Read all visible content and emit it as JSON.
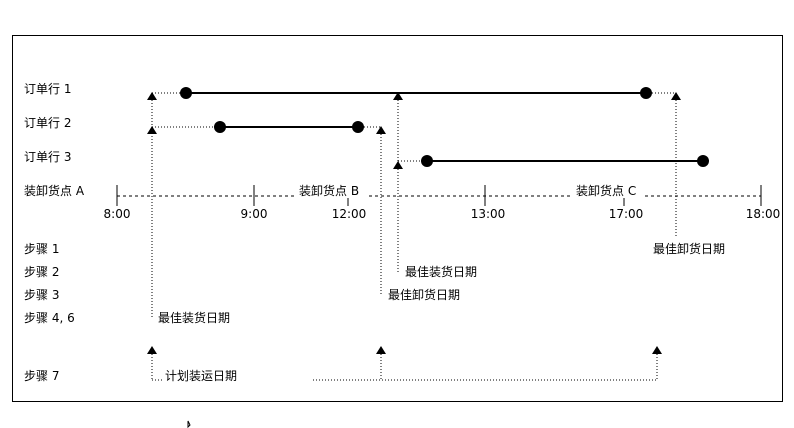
{
  "rows": {
    "line1": "订单行 1",
    "line2": "订单行 2",
    "line3": "订单行 3",
    "ship_point": "装卸货点 A"
  },
  "steps": {
    "s1": "步骤 1",
    "s2": "步骤 2",
    "s3": "步骤 3",
    "s46": "步骤 4, 6",
    "s7": "步骤 7"
  },
  "points": {
    "b": "装卸货点 B",
    "c": "装卸货点 C"
  },
  "ticks": [
    "8:00",
    "9:00",
    "12:00",
    "13:00",
    "17:00",
    "18:00"
  ],
  "labels": {
    "best_unload_1": "最佳卸货日期",
    "best_load_2": "最佳装货日期",
    "best_unload_3": "最佳卸货日期",
    "best_load_46": "最佳装货日期",
    "planned_ship": "计划装运日期"
  }
}
